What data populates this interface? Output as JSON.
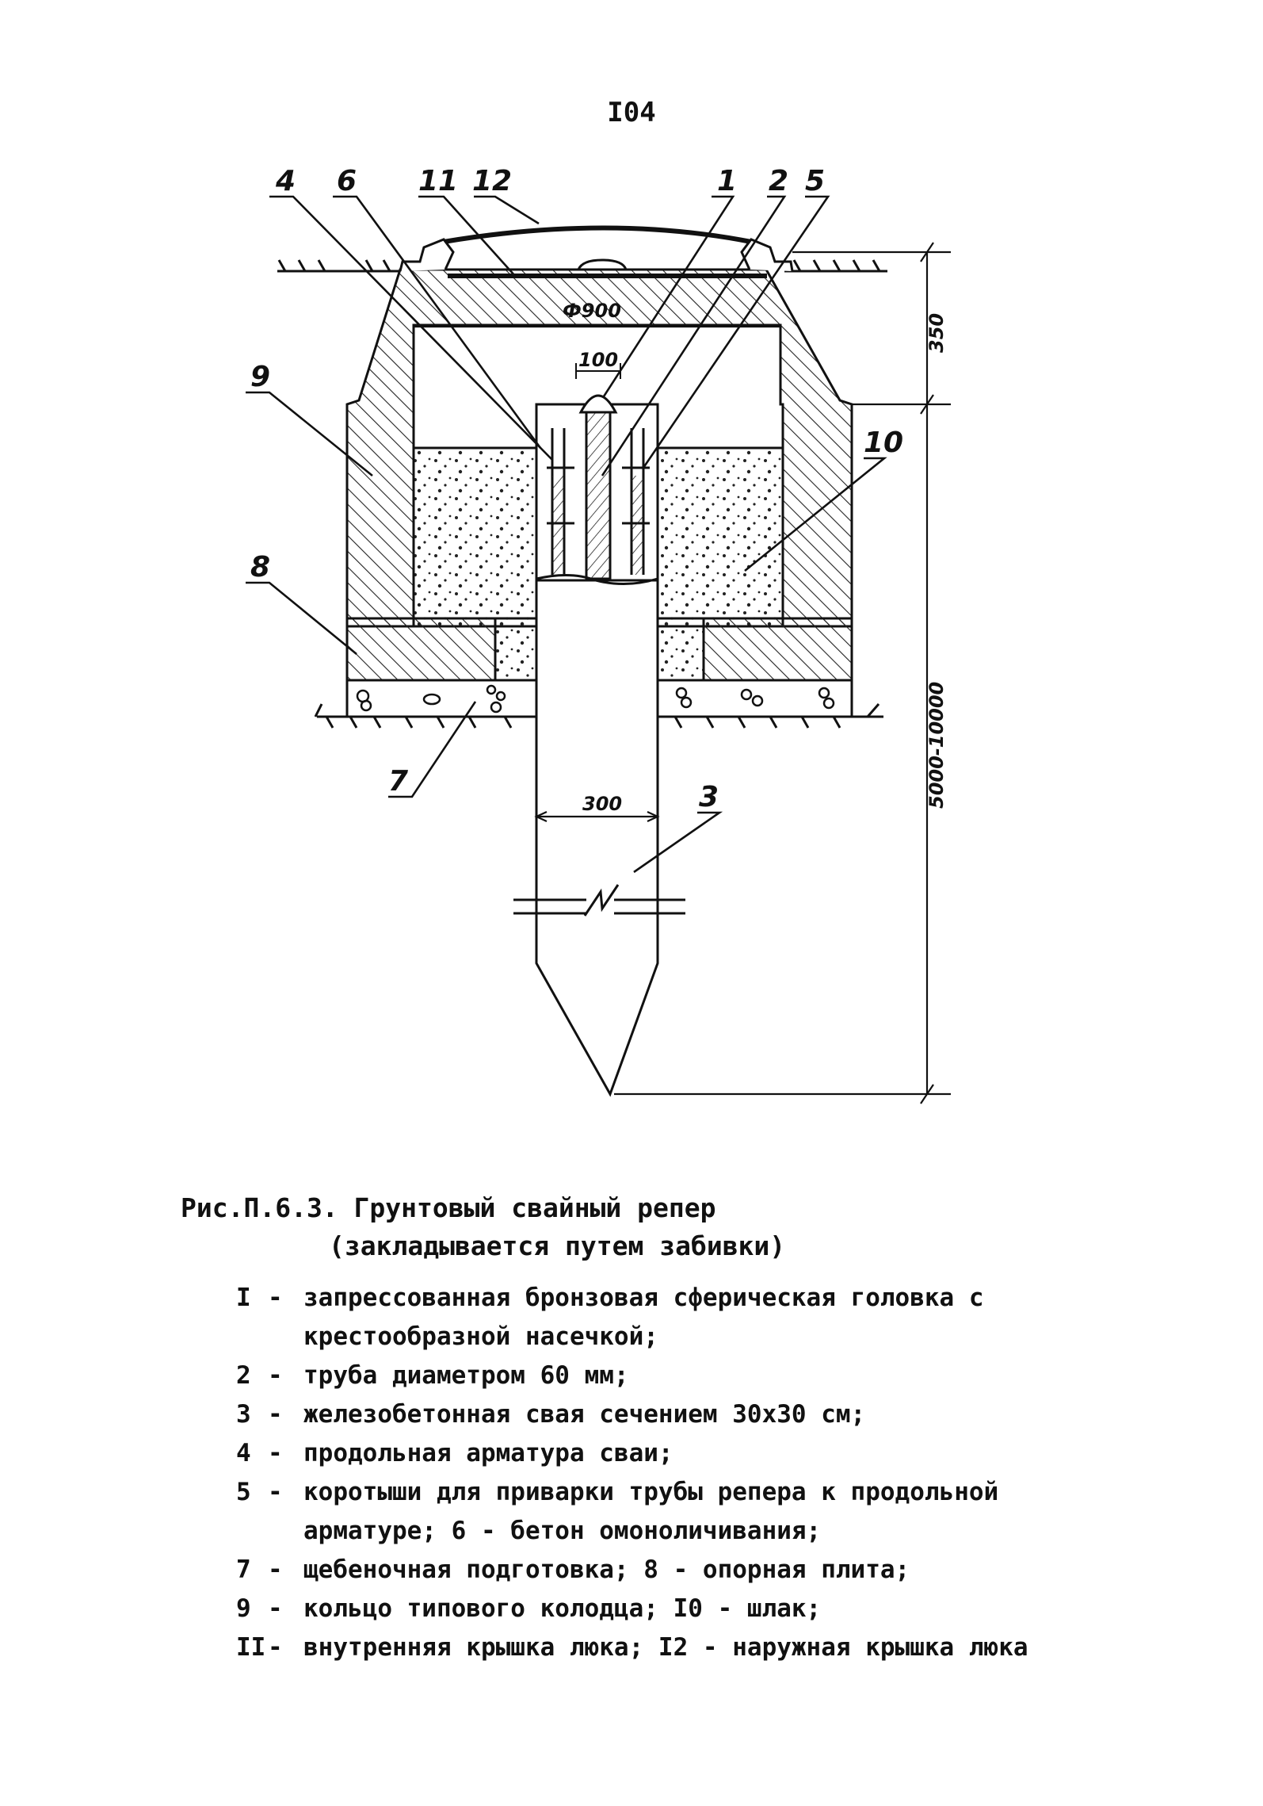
{
  "page_number": "I04",
  "figure": {
    "caption_line1": "Рис.П.6.3. Грунтовый свайный репер",
    "caption_line2": "(закладывается путем забивки)",
    "callouts": {
      "c1": "1",
      "c2": "2",
      "c3": "3",
      "c4": "4",
      "c5": "5",
      "c6": "6",
      "c7": "7",
      "c8": "8",
      "c9": "9",
      "c10": "10",
      "c11": "11",
      "c12": "12"
    },
    "dimensions": {
      "diameter": "Ф900",
      "small": "100",
      "top_height": "350",
      "pile_width": "300",
      "pile_length": "5000-10000"
    }
  },
  "legend": [
    {
      "num": "I",
      "lines": [
        "запрессованная бронзовая сферическая головка с",
        "крестообразной насечкой;"
      ]
    },
    {
      "num": "2",
      "lines": [
        "труба диаметром 60 мм;"
      ]
    },
    {
      "num": "3",
      "lines": [
        "железобетонная свая сечением 30х30 см;"
      ]
    },
    {
      "num": "4",
      "lines": [
        "продольная арматура сваи;"
      ]
    },
    {
      "num": "5",
      "lines": [
        "коротыши для приварки трубы репера к продольной",
        "арматуре; 6 - бетон омоноличивания;"
      ]
    },
    {
      "num": "7",
      "lines": [
        "щебеночная подготовка; 8 - опорная плита;"
      ]
    },
    {
      "num": "9",
      "lines": [
        "кольцо типового колодца; I0 - шлак;"
      ]
    },
    {
      "num": "II",
      "lines": [
        "внутренняя крышка люка; I2 - наружная крышка люка"
      ]
    }
  ]
}
